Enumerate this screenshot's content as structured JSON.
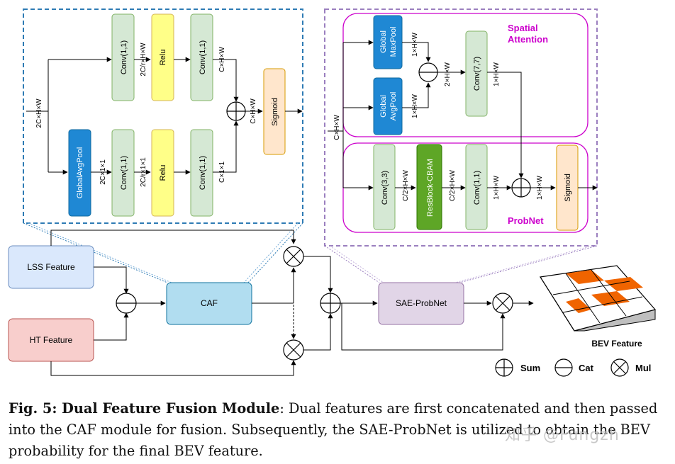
{
  "caf": {
    "input_label": "2C×H×W",
    "branch_top": {
      "conv1": "Conv(1,1)",
      "dim1": "2C/r×H×W",
      "relu": "Relu",
      "conv2": "Conv(1,1)",
      "dim2": "C×H×W"
    },
    "branch_bottom": {
      "pool": "GlobalAvgPool",
      "dim0": "2C×1×1",
      "conv1": "Conv(1,1)",
      "dim1": "2C/r×1×1",
      "relu": "Relu",
      "conv2": "Conv(1,1)",
      "dim2": "C×1×1"
    },
    "sum_out": "C×H×W",
    "sigmoid": "Sigmoid"
  },
  "sae": {
    "input_label": "C×H×W",
    "spatial": {
      "title_line1": "Spatial",
      "title_line2": "Attention",
      "maxpool_line1": "Global",
      "maxpool_line2": "MaxPool",
      "avgpool_line1": "Global",
      "avgpool_line2": "AvgPool",
      "dim_max": "1×H×W",
      "dim_avg": "1×H×W",
      "dim_cat": "2×H×W",
      "conv": "Conv(7,7)",
      "dim_conv": "1×H×W"
    },
    "probnet": {
      "title": "ProbNet",
      "conv1": "Conv(3,3)",
      "dim1": "C/2×H×W",
      "resblock": "ResBlock-CBAM",
      "dim2": "C/2×H×W",
      "conv2": "Conv(1,1)",
      "dim3": "1×H×W",
      "dim4": "1×H×W",
      "sigmoid": "Sigmoid"
    }
  },
  "main": {
    "lss": "LSS Feature",
    "ht": "HT Feature",
    "caf": "CAF",
    "sae": "SAE-ProbNet",
    "bev": "BEV Feature"
  },
  "legend": {
    "sum": "Sum",
    "cat": "Cat",
    "mul": "Mul"
  },
  "caption": {
    "label": "Fig. 5: Dual Feature Fusion Module",
    "text": ": Dual features are first concatenated and then passed into the CAF module for fusion. Subsequently, the SAE-ProbNet is utilized to obtain the BEV probability for the final BEV feature."
  },
  "watermark": "知乎 @Fungzh",
  "colors": {
    "caf_border": "#2e7bb4",
    "sae_border": "#9b7fbf",
    "conv_fill": "#d5e8d4",
    "conv_stroke": "#82b366",
    "relu_fill": "#ffff88",
    "pool_fill": "#1f88d4",
    "sigmoid_fill": "#ffe6cc",
    "resblock_fill": "#5ea626",
    "inner_box": "#cc00cc",
    "lss_fill": "#dae8fc",
    "ht_fill": "#f8cecc",
    "caf_fill": "#b1ddf0",
    "sae_fill": "#e1d5e7",
    "bev_orange": "#f06400"
  }
}
